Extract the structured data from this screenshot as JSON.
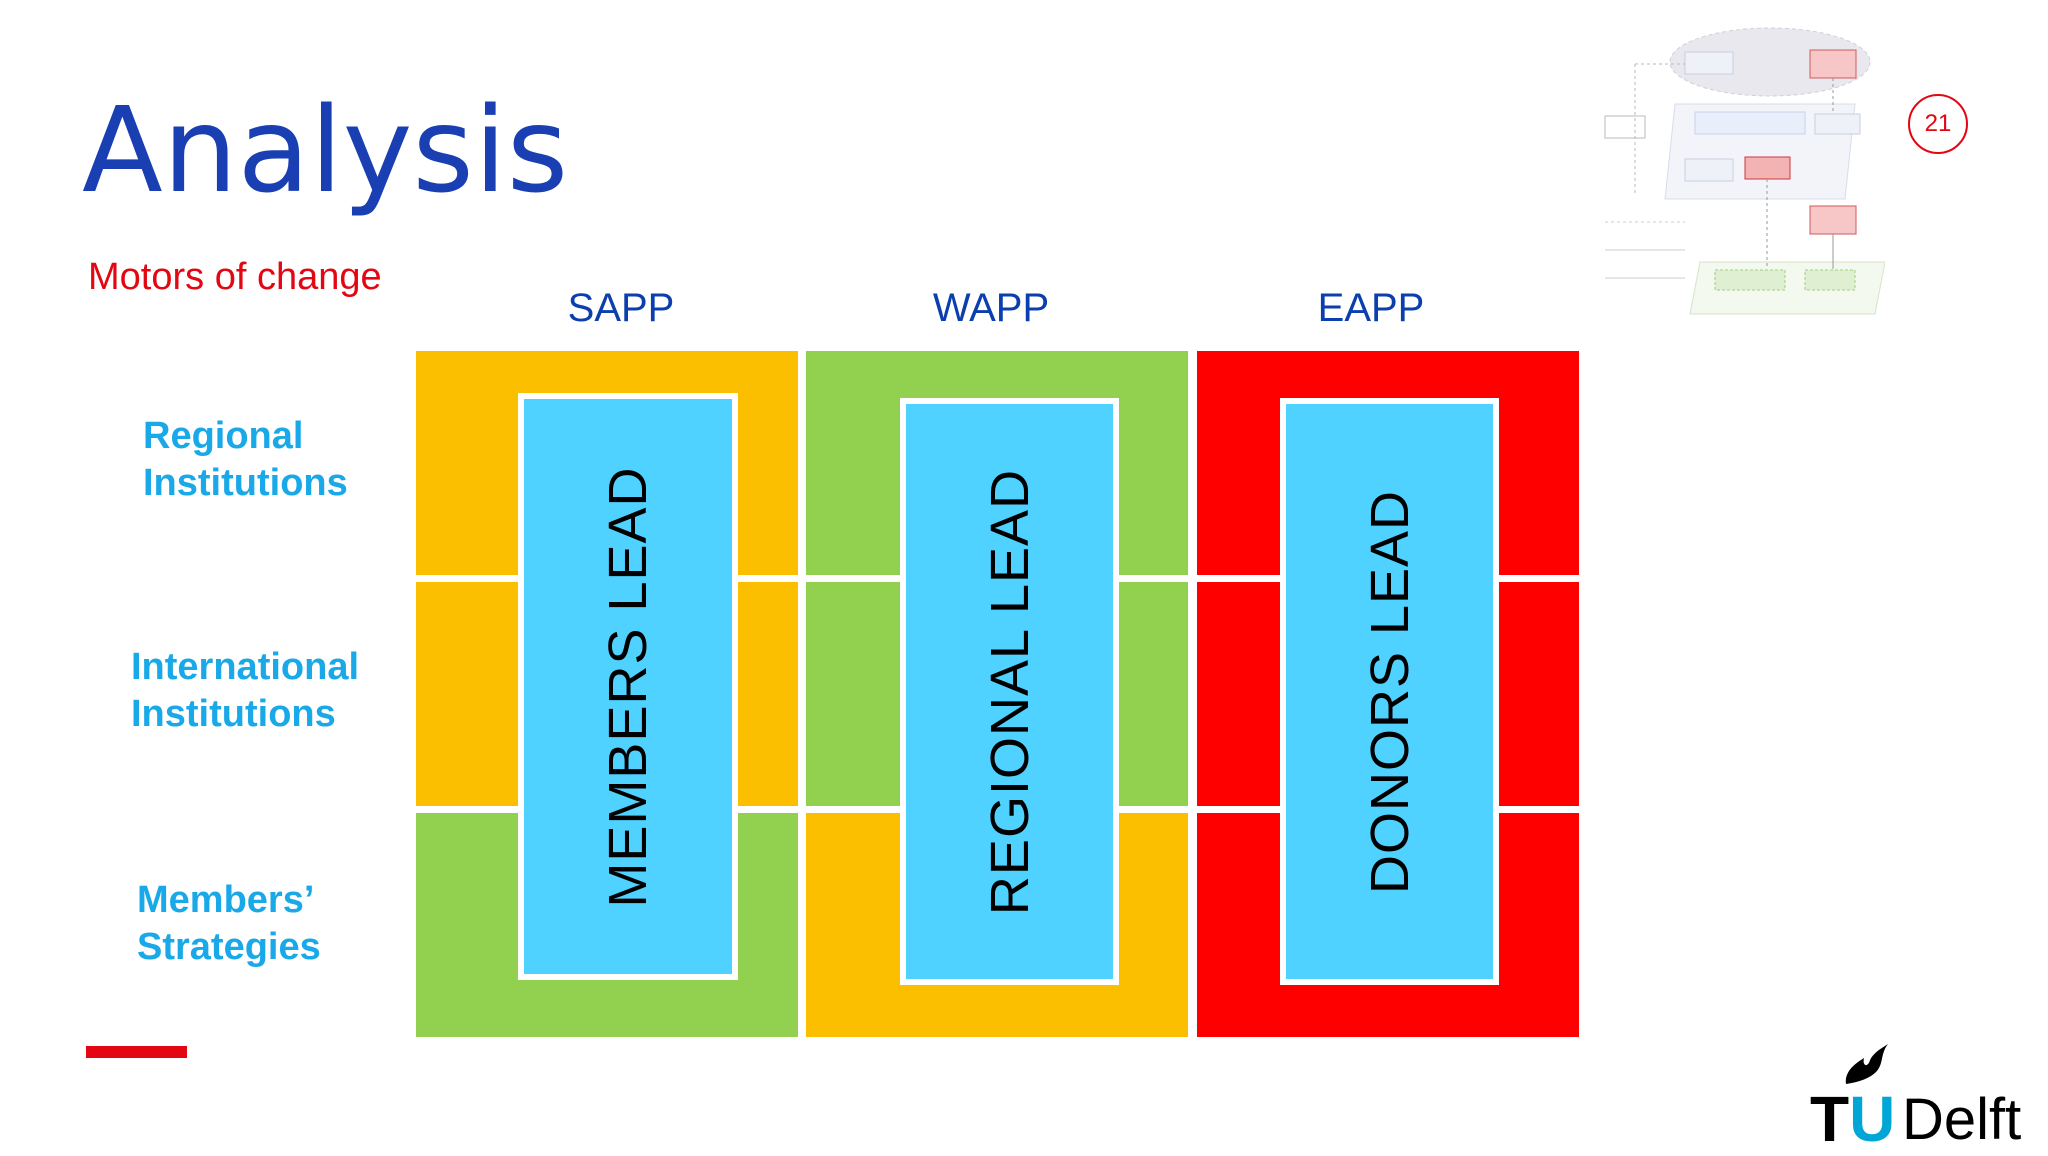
{
  "slide": {
    "title": "Analysis",
    "subtitle": "Motors of change",
    "slide_number": "21"
  },
  "columns": [
    {
      "label": "SAPP",
      "lead": "MEMBERS LEAD",
      "rows": [
        "#fbbf00",
        "#fbbf00",
        "#92d050"
      ]
    },
    {
      "label": "WAPP",
      "lead": "REGIONAL LEAD",
      "rows": [
        "#92d050",
        "#92d050",
        "#fbbf00"
      ]
    },
    {
      "label": "EAPP",
      "lead": "DONORS LEAD",
      "rows": [
        "#ff0000",
        "#ff0000",
        "#ff0000"
      ]
    }
  ],
  "rows": [
    {
      "line1": "Regional",
      "line2": "Institutions"
    },
    {
      "line1": "International",
      "line2": "Institutions"
    },
    {
      "line1": "Members’",
      "line2": "Strategies"
    }
  ],
  "colors": {
    "title": "#1a3fb3",
    "accent_red": "#e30613",
    "header_blue": "#0b3fae",
    "row_label_blue": "#1aa9e8",
    "lead_box": "#4fd2ff",
    "orange": "#fbbf00",
    "green": "#92d050",
    "red": "#ff0000"
  },
  "logo": {
    "tu": "TU",
    "delft": "Delft",
    "icon": "flame-icon"
  },
  "thumbnail": {
    "icon": "framework-diagram-thumbnail-icon"
  }
}
